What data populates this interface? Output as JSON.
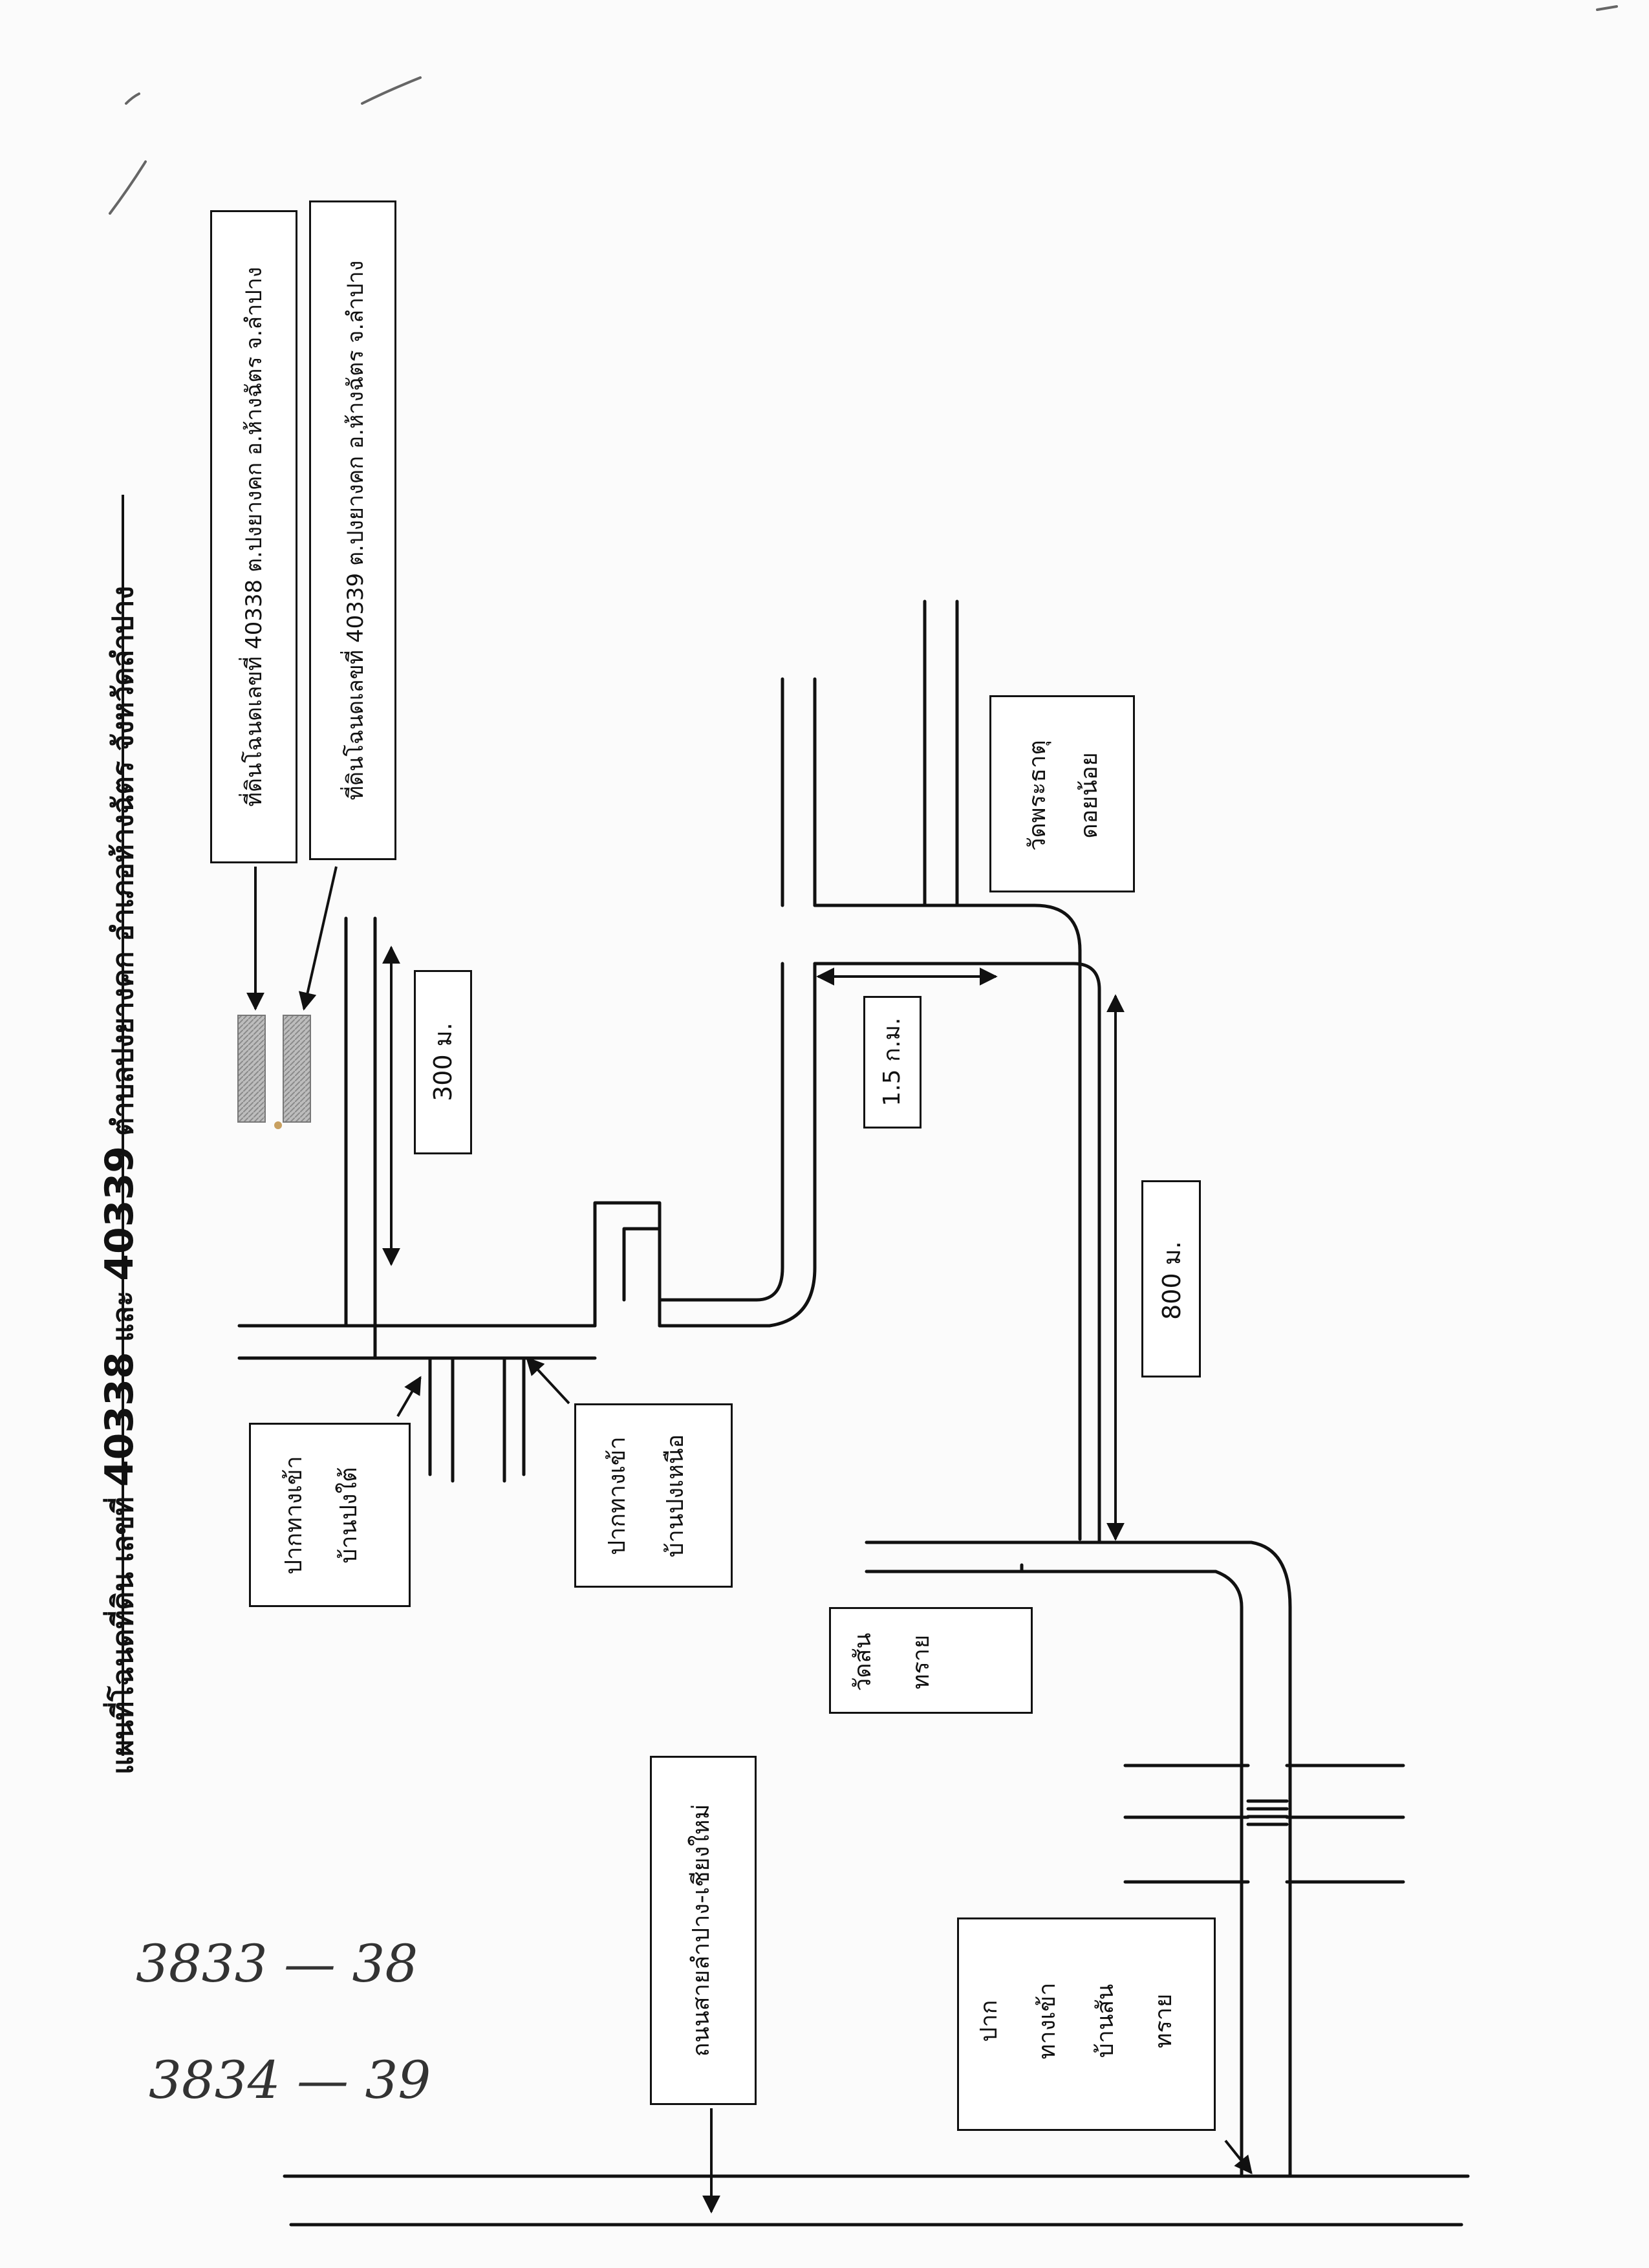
{
  "title": {
    "part1": "แผนที่โฉนดที่ดิน เลขที่",
    "num1": "40338",
    "and": "และ",
    "num2": "40339",
    "part2": "ตำบลปงยางคก อำเภอห้างฉัตร จังหวัดลำปาง"
  },
  "labels": {
    "parcel1": "ที่ดินโฉนดเลขที่ 40338 ต.ปงยางคก อ.ห้างฉัตร จ.ลำปาง",
    "parcel2": "ที่ดินโฉนดเลขที่ 40339 ต.ปงยางคก อ.ห้างฉัตร จ.ลำปาง",
    "dist_300": "300 ม.",
    "dist_15": "1.5 ก.ม.",
    "dist_800": "800 ม.",
    "wat_phrathat_1": "วัดพระธาตุ",
    "wat_phrathat_2": "ดอยน้อย",
    "entry_south_1": "ปากทางเข้า",
    "entry_south_2": "บ้านปงใต้",
    "entry_north_1": "ปากทางเข้า",
    "entry_north_2": "บ้านปงเหนือ",
    "wat_sansai_1": "วัดสัน",
    "wat_sansai_2": "ทราย",
    "highway": "ถนนสายลำปาง-เชียงใหม่",
    "entry_sansai_1": "ปาก",
    "entry_sansai_2": "ทางเข้า",
    "entry_sansai_3": "บ้านสัน",
    "entry_sansai_4": "ทราย"
  },
  "handwriting": {
    "line1": "3833 — 38",
    "line2": "3834 — 39"
  }
}
